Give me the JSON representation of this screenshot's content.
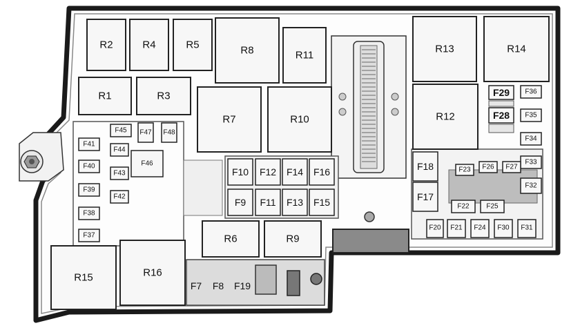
{
  "diagram": {
    "relays": [
      {
        "id": "r2",
        "label": "R2"
      },
      {
        "id": "r4",
        "label": "R4"
      },
      {
        "id": "r5",
        "label": "R5"
      },
      {
        "id": "r8",
        "label": "R8"
      },
      {
        "id": "r11",
        "label": "R11"
      },
      {
        "id": "r13",
        "label": "R13"
      },
      {
        "id": "r14",
        "label": "R14"
      },
      {
        "id": "r1",
        "label": "R1"
      },
      {
        "id": "r3",
        "label": "R3"
      },
      {
        "id": "r7",
        "label": "R7"
      },
      {
        "id": "r10",
        "label": "R10"
      },
      {
        "id": "r12",
        "label": "R12"
      },
      {
        "id": "r6",
        "label": "R6"
      },
      {
        "id": "r9",
        "label": "R9"
      },
      {
        "id": "r15",
        "label": "R15"
      },
      {
        "id": "r16",
        "label": "R16"
      }
    ],
    "fuses": [
      {
        "id": "f10",
        "label": "F10"
      },
      {
        "id": "f12",
        "label": "F12"
      },
      {
        "id": "f14",
        "label": "F14"
      },
      {
        "id": "f16",
        "label": "F16"
      },
      {
        "id": "f9",
        "label": "F9"
      },
      {
        "id": "f11",
        "label": "F11"
      },
      {
        "id": "f13",
        "label": "F13"
      },
      {
        "id": "f15",
        "label": "F15"
      },
      {
        "id": "f18",
        "label": "F18"
      },
      {
        "id": "f17",
        "label": "F17"
      },
      {
        "id": "f29",
        "label": "F29"
      },
      {
        "id": "f28",
        "label": "F28"
      },
      {
        "id": "f36",
        "label": "F36"
      },
      {
        "id": "f35",
        "label": "F35"
      },
      {
        "id": "f34",
        "label": "F34"
      },
      {
        "id": "f33",
        "label": "F33"
      },
      {
        "id": "f32",
        "label": "F32"
      },
      {
        "id": "f23",
        "label": "F23"
      },
      {
        "id": "f26",
        "label": "F26"
      },
      {
        "id": "f27",
        "label": "F27"
      },
      {
        "id": "f22",
        "label": "F22"
      },
      {
        "id": "f25",
        "label": "F25"
      },
      {
        "id": "f20",
        "label": "F20"
      },
      {
        "id": "f21",
        "label": "F21"
      },
      {
        "id": "f24",
        "label": "F24"
      },
      {
        "id": "f30",
        "label": "F30"
      },
      {
        "id": "f31",
        "label": "F31"
      },
      {
        "id": "f45",
        "label": "F45"
      },
      {
        "id": "f47",
        "label": "F47"
      },
      {
        "id": "f48",
        "label": "F48"
      },
      {
        "id": "f41",
        "label": "F41"
      },
      {
        "id": "f44",
        "label": "F44"
      },
      {
        "id": "f46",
        "label": "F46"
      },
      {
        "id": "f40",
        "label": "F40"
      },
      {
        "id": "f43",
        "label": "F43"
      },
      {
        "id": "f39",
        "label": "F39"
      },
      {
        "id": "f42",
        "label": "F42"
      },
      {
        "id": "f38",
        "label": "F38"
      },
      {
        "id": "f37",
        "label": "F37"
      },
      {
        "id": "f7",
        "label": "F7"
      },
      {
        "id": "f8",
        "label": "F8"
      },
      {
        "id": "f19",
        "label": "F19"
      }
    ]
  }
}
